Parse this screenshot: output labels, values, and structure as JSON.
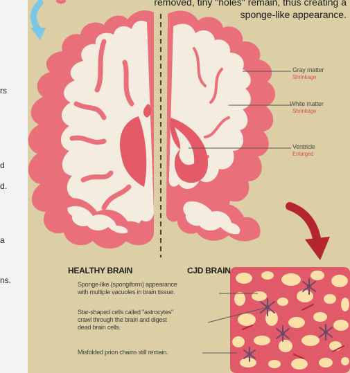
{
  "intro": {
    "caption_line1": "removed, tiny \"holes\" remain, thus creating a",
    "caption_line2": "sponge-like appearance."
  },
  "left_fragments": [
    "rs",
    "d",
    "d.",
    "a",
    "ns."
  ],
  "labels": {
    "healthy": "HEALTHY BRAIN",
    "cjd": "CJD BRAIN"
  },
  "annotations": [
    {
      "title": "Gray matter",
      "sub": "Shrinkage"
    },
    {
      "title": "White matter",
      "sub": "Shrinkage"
    },
    {
      "title": "Ventricle",
      "sub": "Enlarged"
    }
  ],
  "descriptions": [
    {
      "line1": "Sponge-like (spongiform) appearance",
      "line2": "with multiple vacuoles in brain tissue.",
      "line3": ""
    },
    {
      "line1": "Star-shaped cells called \"astrocytes\"",
      "line2": "crawl through the brain and digest",
      "line3": "dead brain cells."
    },
    {
      "line1": "Misfolded prion chains still remain.",
      "line2": "",
      "line3": ""
    }
  ],
  "colors": {
    "background": "#dccfa6",
    "gray_matter": "#e9707b",
    "white_matter": "#f3ecdf",
    "ventricle": "#e45a67",
    "accent_arrow": "#b3262f",
    "blue_arrow": "#7cc6e6",
    "tissue_bg": "#e05a6a",
    "vacuole": "#fbe0a8",
    "astrocyte": "#6a4a6a"
  },
  "icons": [
    "blue-curved-arrow-icon",
    "red-curved-arrow-icon"
  ]
}
